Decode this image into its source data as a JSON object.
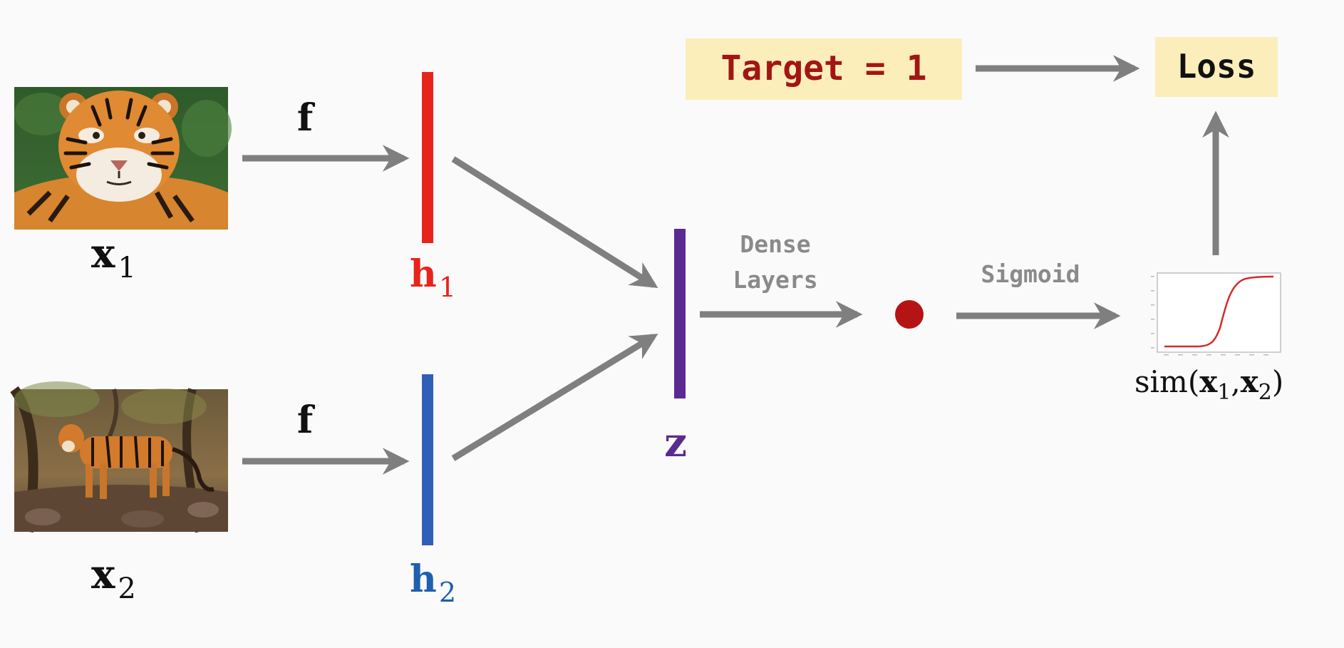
{
  "inputs": {
    "x1": {
      "base": "x",
      "sub": "1"
    },
    "x2": {
      "base": "x",
      "sub": "2"
    }
  },
  "embedding_fn": {
    "label_top": "f",
    "label_bottom": "f"
  },
  "embeddings": {
    "h1": {
      "base": "h",
      "sub": "1",
      "color": "#e8241a"
    },
    "h2": {
      "base": "h",
      "sub": "2",
      "color": "#2f5fb8"
    },
    "z": {
      "label": "z",
      "color": "#5b2a91"
    }
  },
  "dense": {
    "line1": "Dense",
    "line2": "Layers"
  },
  "dot": {
    "color": "#b51414"
  },
  "sigmoid": {
    "label": "Sigmoid"
  },
  "sim": {
    "prefix": "sim(",
    "arg1_base": "x",
    "arg1_sub": "1",
    "sep": ",",
    "arg2_base": "x",
    "arg2_sub": "2",
    "suffix": ")"
  },
  "target": {
    "label": "Target = 1",
    "text_color": "#a31515",
    "bg": "#fbeebb"
  },
  "loss": {
    "label": "Loss",
    "bg": "#fbeebb"
  },
  "colors": {
    "arrow": "#7f7f7f",
    "text": "#111111",
    "muted": "#888888"
  }
}
